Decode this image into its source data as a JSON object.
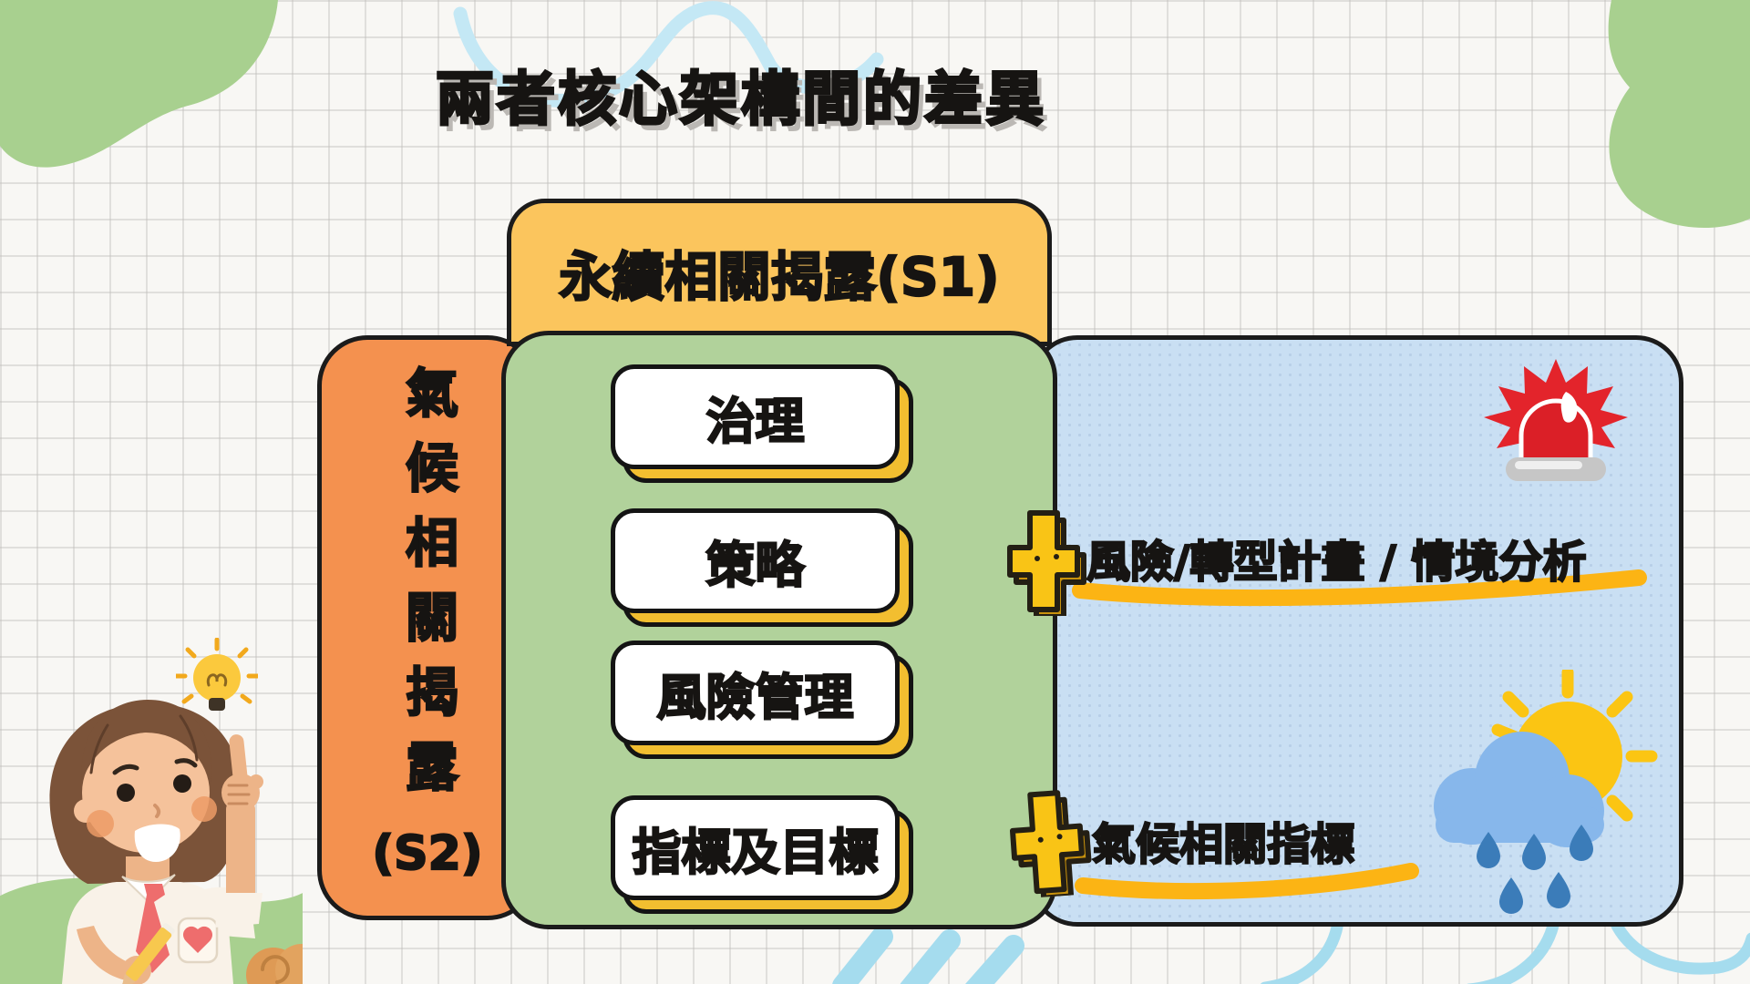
{
  "title": "兩者核心架構間的差異",
  "s1_box": {
    "header": "永續相關揭露(S1)",
    "pillars": [
      "治理",
      "策略",
      "風險管理",
      "指標及目標"
    ]
  },
  "s2_box": {
    "label": "氣候相關揭露",
    "code": "(S2)"
  },
  "s2_additions": [
    {
      "label": "風險/轉型計畫 / 情境分析"
    },
    {
      "label": "氣候相關指標"
    }
  ],
  "icons": {
    "plus": "plus-icon",
    "siren": "siren-alert-icon",
    "sun_rain_cloud": "sun-rain-cloud-icon",
    "lightbulb": "lightbulb-icon",
    "girl": "pointing-student-girl",
    "squiggles": "hand-drawn-squiggle-decorations"
  },
  "colors": {
    "s1_header_yellow": "#FBC55D",
    "s2_orange": "#F4914F",
    "core_green": "#B1D29B",
    "panel_blue": "#C9DFF3",
    "pillar_shadow_yellow": "#F2BE30",
    "plus_yellow": "#F9C416",
    "underline_yellow": "#FCB414",
    "outline_black": "#1B1B1B",
    "blob_green": "#A8D08F",
    "squiggle_blue": "#BFE3F2",
    "siren_red": "#E3242B",
    "sun_yellow": "#FBC513",
    "cloud_blue": "#87B7EB",
    "rain_blue": "#3B7CB9"
  }
}
